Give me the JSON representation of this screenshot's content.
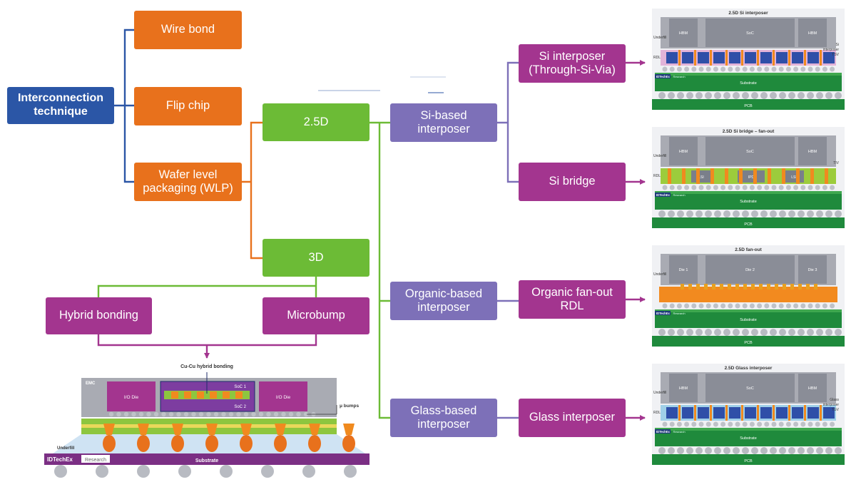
{
  "nodes": {
    "interconnection": "Interconnection\ntechnique",
    "wire_bond": "Wire bond",
    "flip_chip": "Flip chip",
    "wlp": "Wafer level\npackaging (WLP)",
    "d25": "2.5D",
    "d3": "3D",
    "hybrid_bonding": "Hybrid bonding",
    "microbump": "Microbump",
    "si_based": "Si-based\ninterposer",
    "organic_based": "Organic-based\ninterposer",
    "glass_based": "Glass-based\ninterposer",
    "si_interposer": "Si interposer\n(Through-Si-Via)",
    "si_bridge": "Si bridge",
    "organic_fanout": "Organic fan-out\nRDL",
    "glass_interposer": "Glass interposer"
  },
  "illustrations": {
    "si_interposer": {
      "title": "2.5D Si interposer",
      "chips": [
        "HBM",
        "SoC",
        "HBM"
      ],
      "labels_left": [
        "Underfill",
        "RDL"
      ],
      "labels_right": [
        "Si",
        "interposer",
        "TSV"
      ],
      "brand": "IDTechEx",
      "brand_sub": "Research",
      "substrate": "Substrate",
      "pcb": "PCB"
    },
    "si_bridge": {
      "title": "2.5D Si bridge – fan-out",
      "chips": [
        "HBM",
        "SoC",
        "HBM"
      ],
      "labels_left": [
        "Underfill",
        "RDL"
      ],
      "labels_right": [
        "TIV"
      ],
      "bridges": [
        "LSI",
        "IPD",
        "LSI"
      ],
      "brand": "IDTechEx",
      "brand_sub": "Research",
      "substrate": "Substrate",
      "pcb": "PCB"
    },
    "organic_fanout": {
      "title": "2.5D fan-out",
      "chips": [
        "Die 1",
        "Die 2",
        "Die 3"
      ],
      "labels_left": [
        "Underfill"
      ],
      "brand": "IDTechEx",
      "brand_sub": "Research",
      "substrate": "Substrate",
      "pcb": "PCB"
    },
    "glass_interposer": {
      "title": "2.5D Glass interposer",
      "chips": [
        "HBM",
        "SoC",
        "HBM"
      ],
      "labels_left": [
        "Underfill",
        "RDL"
      ],
      "labels_right": [
        "Glass",
        "interposer",
        "TGV"
      ],
      "brand": "IDTechEx",
      "brand_sub": "Research",
      "substrate": "Substrate",
      "pcb": "PCB"
    },
    "hybrid_3d": {
      "title": "Cu-Cu hybrid bonding",
      "emc": "EMC",
      "io_die_left": "I/O Die",
      "io_die_right": "I/O Die",
      "soc1": "SoC 1",
      "soc2": "SoC 2",
      "ubumps": "μ bumps",
      "underfill": "Underfill",
      "brand": "IDTechEx",
      "brand_sub": "Research",
      "substrate": "Substrate"
    }
  },
  "colors": {
    "blue": "#2b56a6",
    "orange": "#e8711c",
    "green": "#6cbb36",
    "violet": "#7d70b8",
    "magenta": "#a3358f"
  }
}
